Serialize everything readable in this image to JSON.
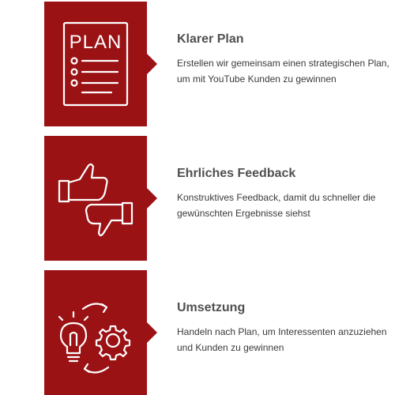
{
  "features": [
    {
      "icon": "plan-document-icon",
      "title": "Klarer Plan",
      "description": "Erstellen wir gemeinsam einen strategischen Plan, um mit YouTube Kunden zu gewinnen",
      "icon_text": "PLAN"
    },
    {
      "icon": "thumbs-up-down-icon",
      "title": "Ehrliches Feedback",
      "description": "Konstruktives Feedback, damit du schneller die gewünschten Ergebnisse siehst"
    },
    {
      "icon": "idea-to-execution-icon",
      "title": "Umsetzung",
      "description": "Handeln nach Plan, um Interessenten anzuziehen und Kunden zu gewinnen"
    }
  ],
  "colors": {
    "box_red": "#9b1215",
    "title_gray": "#505050",
    "text_dark": "#3a3a3a"
  }
}
